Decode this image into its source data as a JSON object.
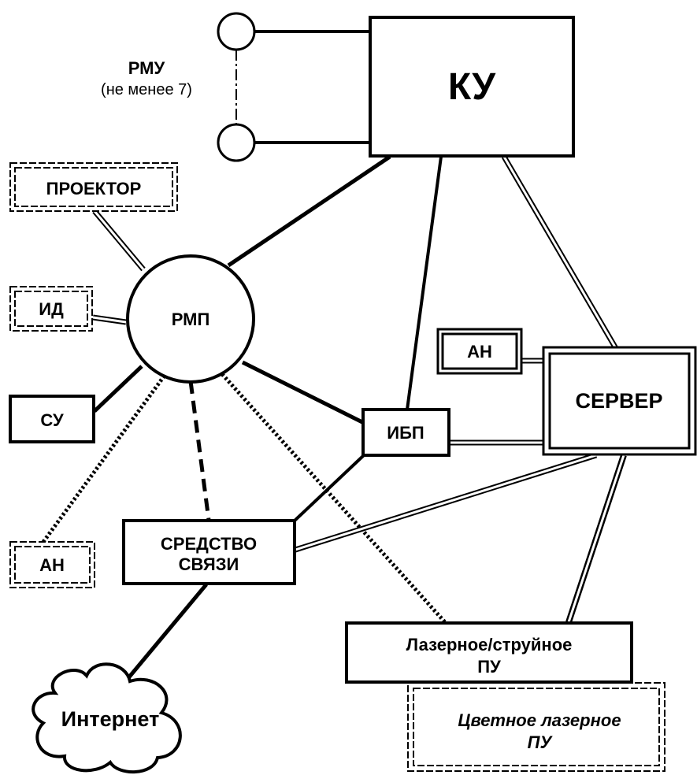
{
  "nodes": {
    "ku": "КУ",
    "rmu_title": "РМУ",
    "rmu_note": "(не менее 7)",
    "projector": "ПРОЕКТОР",
    "id": "ИД",
    "rmp": "РМП",
    "su": "СУ",
    "an_left": "АН",
    "an_right": "АН",
    "server": "СЕРВЕР",
    "ibp": "ИБП",
    "comm_line1": "СРЕДСТВО",
    "comm_line2": "СВЯЗИ",
    "printer_line1": "Лазерное/струйное",
    "printer_line2": "ПУ",
    "color_printer_line1": "Цветное лазерное",
    "color_printer_line2": "ПУ",
    "internet": "Интернет"
  }
}
